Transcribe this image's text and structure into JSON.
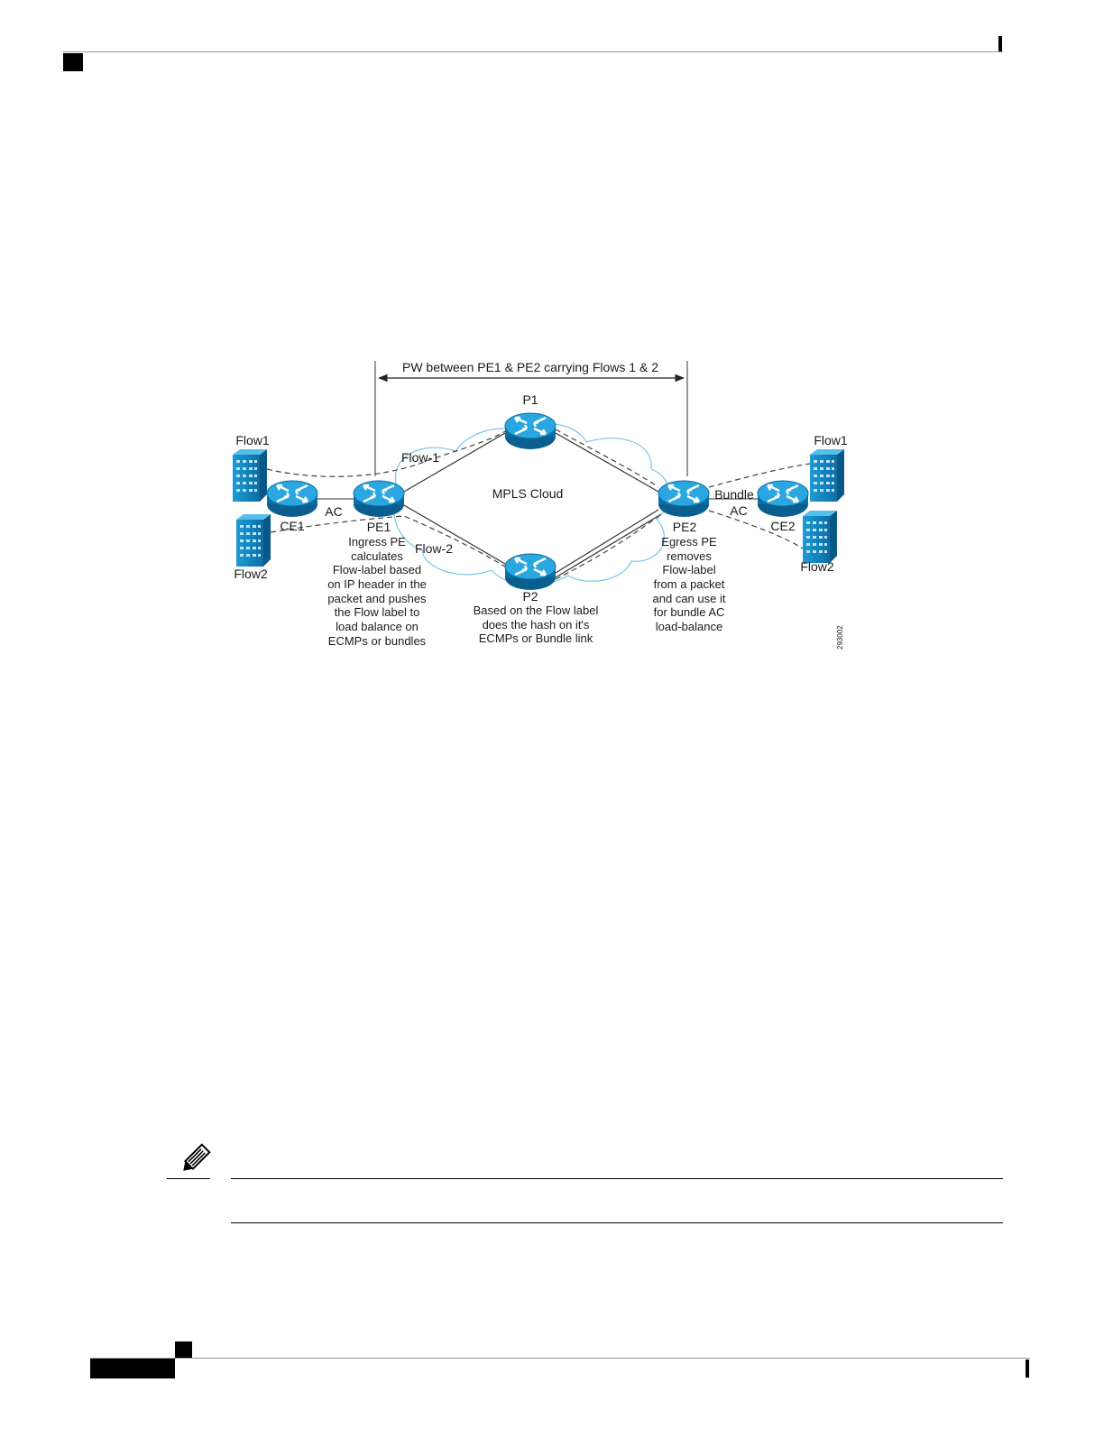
{
  "figure": {
    "pw_label": "PW between PE1 & PE2 carrying Flows 1 & 2",
    "cloud_label": "MPLS Cloud",
    "fig_id": "293002",
    "flow1_left": "Flow1",
    "flow2_left": "Flow2",
    "flow1_right": "Flow1",
    "flow2_right": "Flow2",
    "ce1": "CE1",
    "ce2": "CE2",
    "pe1": "PE1",
    "pe2": "PE2",
    "p1": "P1",
    "p2": "P2",
    "ac_left": "AC",
    "ac_right": "AC",
    "bundle": "Bundle",
    "flow_1_tag": "Flow-1",
    "flow_2_tag": "Flow-2",
    "pe1_desc": [
      "Ingress PE",
      "calculates",
      "Flow-label based",
      "on IP header in the",
      "packet and pushes",
      "the Flow label to",
      "load balance on",
      "ECMPs or bundles"
    ],
    "p2_desc": [
      "Based on the Flow label",
      "does the hash on it's",
      "ECMPs or Bundle link"
    ],
    "pe2_desc": [
      "Egress PE",
      "removes",
      "Flow-label",
      "from a packet",
      "and can use it",
      "for bundle AC",
      "load-balance"
    ]
  }
}
